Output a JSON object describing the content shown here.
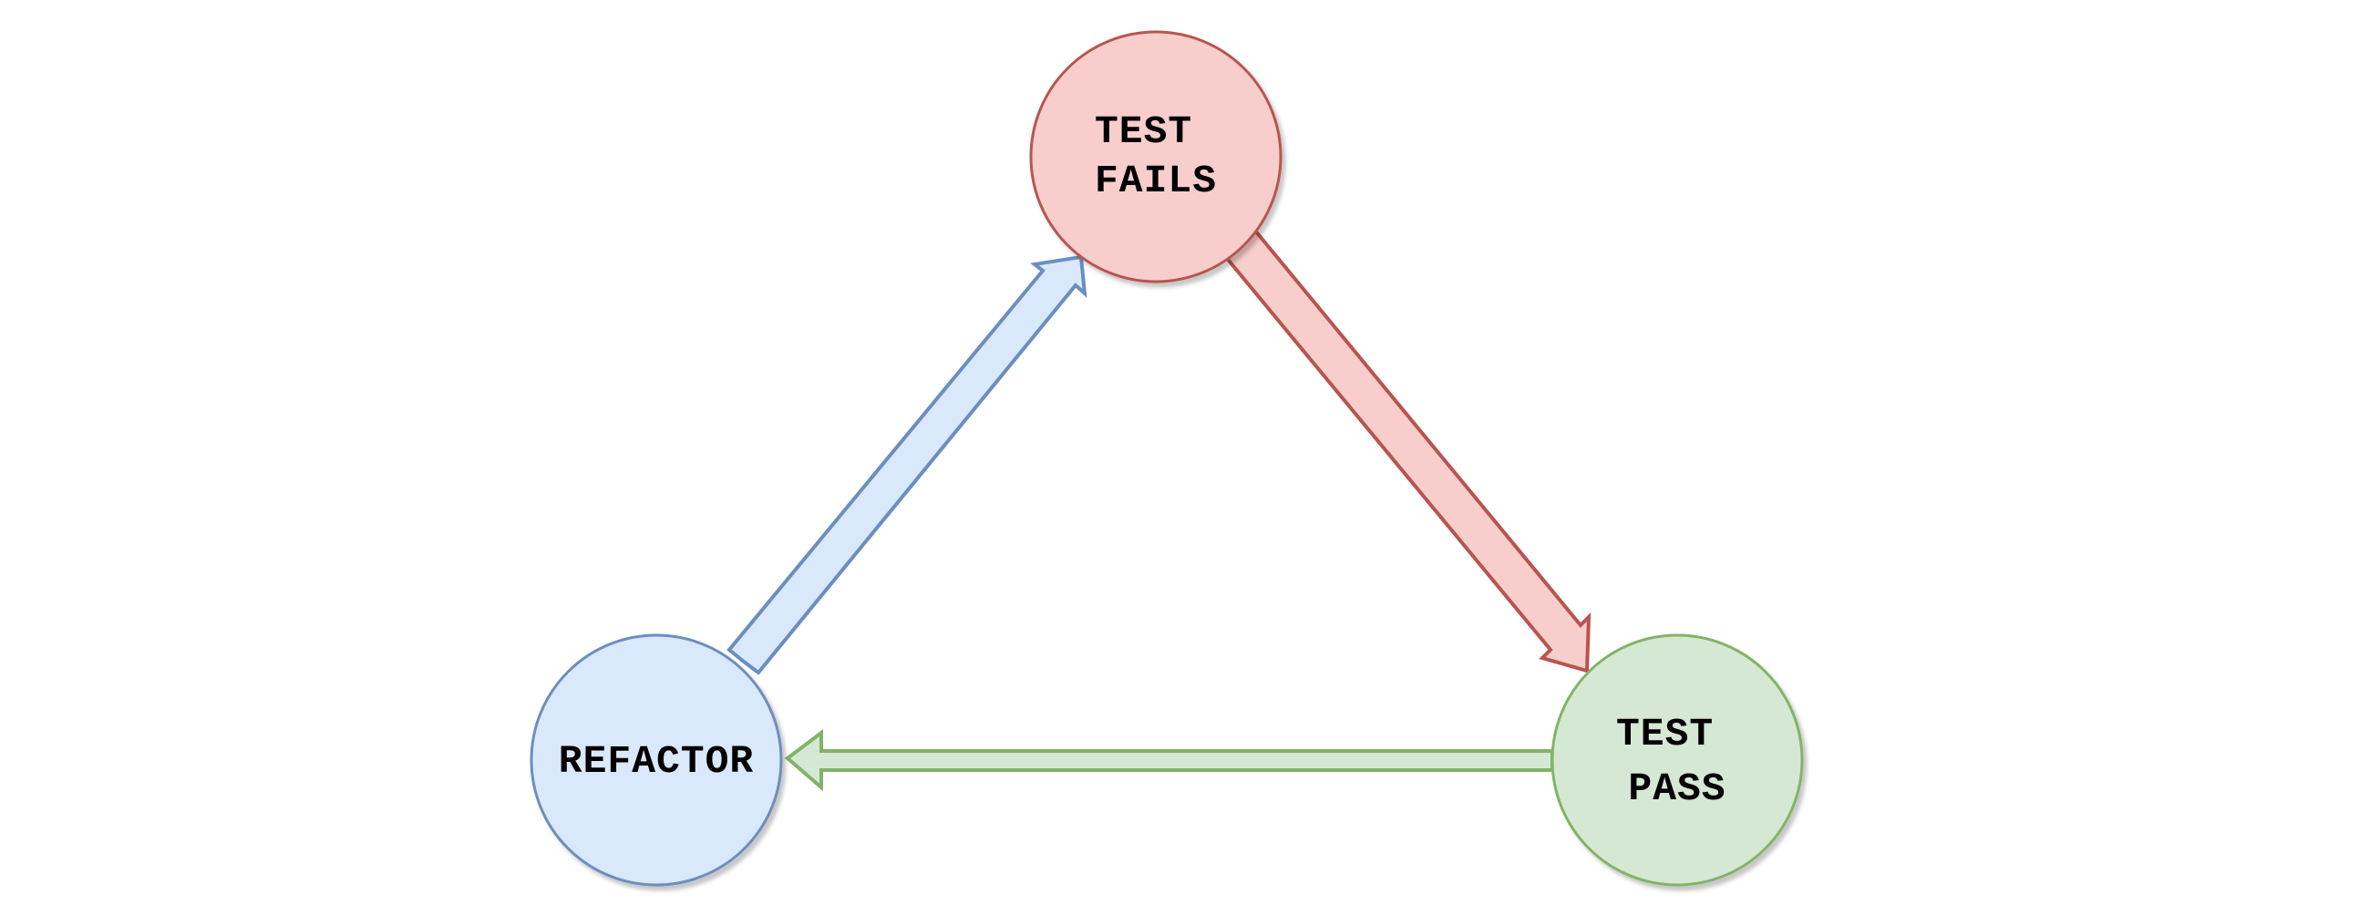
{
  "nodes": {
    "test_fails": {
      "label_lines": [
        "TEST",
        "FAILS"
      ],
      "fill": "#f8cecc",
      "stroke": "#b85450"
    },
    "test_pass": {
      "label_lines": [
        "TEST",
        "PASS"
      ],
      "fill": "#d5e8d4",
      "stroke": "#82b366"
    },
    "refactor": {
      "label_lines": [
        "REFACTOR"
      ],
      "fill": "#dae8fc",
      "stroke": "#6c8ebf"
    }
  },
  "edges": [
    {
      "from": "test_fails",
      "to": "test_pass",
      "fill": "#f8cecc",
      "stroke": "#b85450"
    },
    {
      "from": "test_pass",
      "to": "refactor",
      "fill": "#d5e8d4",
      "stroke": "#82b366"
    },
    {
      "from": "refactor",
      "to": "test_fails",
      "fill": "#dae8fc",
      "stroke": "#6c8ebf"
    }
  ]
}
